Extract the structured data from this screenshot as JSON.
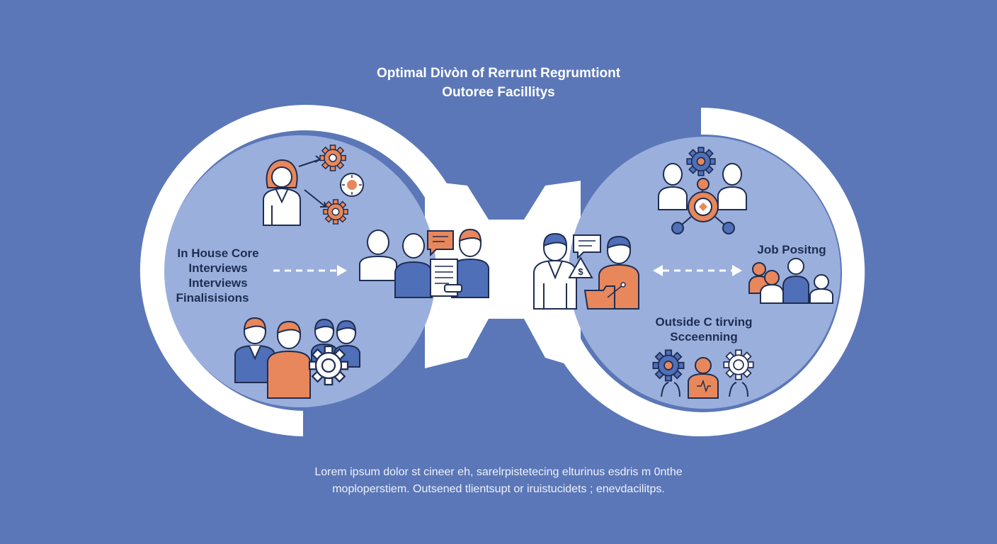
{
  "title": {
    "line1": "Optimal Divòn of Rerrunt Regrumtiont",
    "line2": "Outoree Facillitys"
  },
  "left_panel": {
    "labels": [
      "In House Core",
      "Interviews",
      "Interviews",
      "Finalisisions"
    ]
  },
  "right_panel": {
    "top_label": "Job Positng",
    "bottom_label": [
      "Outside C tirving",
      "Scceenning"
    ]
  },
  "caption": {
    "line1": "Lorem ipsum dolor st cineer eh, sarelrpistetecing elturinus esdris m 0nthe",
    "line2": "moploperstiem. Outsened tlientsupt or iruistucidets ; enevdacilitps."
  },
  "colors": {
    "background": "#5b77b8",
    "ring": "#ffffff",
    "inner_circle": "#9aafdc",
    "accent_orange": "#e8875b",
    "accent_blue": "#4f6fb8",
    "line_dark": "#1f2d52"
  },
  "icons": [
    "woman-icon",
    "gear-icon",
    "clock-icon",
    "team-icon",
    "chat-bubble-icon",
    "document-icon",
    "business-team-icon",
    "recruiter-icon",
    "briefcase-icon",
    "network-icon",
    "people-icon",
    "arrow-icon"
  ]
}
